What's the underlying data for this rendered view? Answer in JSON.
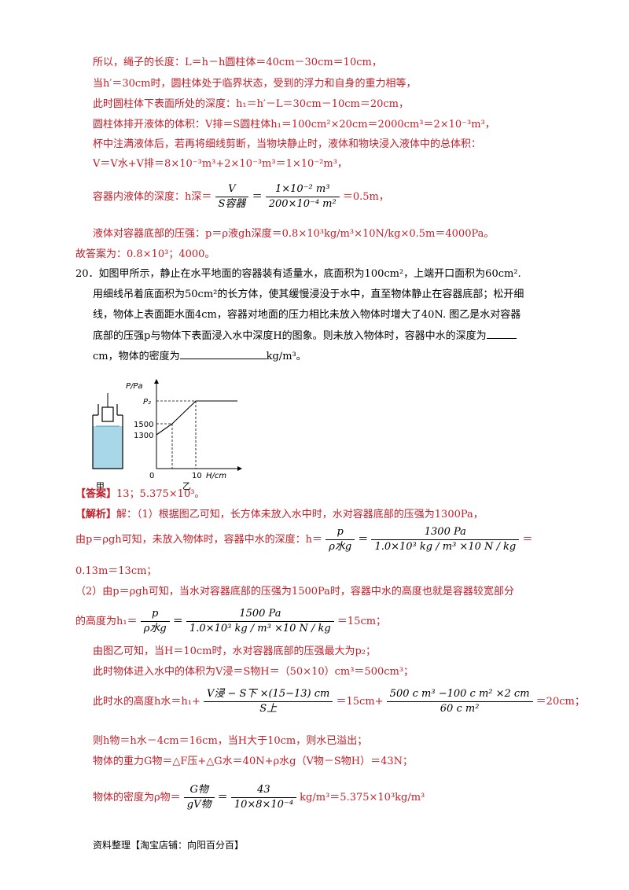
{
  "lines_top": [
    {
      "text": "所以，绳子的长度：L＝h－h圆柱体＝40cm－30cm＝10cm，",
      "color": "red"
    },
    {
      "text": "当h′＝30cm时，圆柱体处于临界状态，受到的浮力和自身的重力相等，",
      "color": "red"
    },
    {
      "text": "此时圆柱体下表面所处的深度：h₁＝h′－L＝30cm－10cm＝20cm，",
      "color": "red"
    },
    {
      "text": "圆柱体排开液体的体积：V排＝S圆柱体h₁＝100cm²×20cm＝2000cm³＝2×10⁻³m³，",
      "color": "red"
    },
    {
      "text": "杯中注满液体后，若再将细线剪断，当物块静止时，液体和物块浸入液体中的总体积：",
      "color": "red"
    },
    {
      "text": "V＝V水+V排＝8×10⁻³m³+2×10⁻³m³＝1×10⁻²m³，",
      "color": "red"
    }
  ],
  "depth_formula": {
    "prefix": "容器内液体的深度：h深＝",
    "frac1_num": "V",
    "frac1_den": "S容器",
    "eq": "＝",
    "frac2_num": "1×10⁻² m³",
    "frac2_den": "200×10⁻⁴ m²",
    "suffix": "＝0.5m，"
  },
  "pressure_line": "液体对容器底部的压强：p＝ρ液gh深度＝0.8×10³kg/m³×10N/kg×0.5m＝4000Pa。",
  "answer_prev": "故答案为：0.8×10³；4000。",
  "q20": [
    "20．如图甲所示，静止在水平地面的容器装有适量水，底面积为100cm²，上端开口面积为60cm².",
    "用细线吊着底面积为50cm²的长方体，使其缓慢浸没于水中，直至物体静止在容器底部；松开细",
    "线，物体上表面距水面4cm，容器对地面的压力相比未放入物体时增大了40N. 图乙是水对容器",
    "底部的压强p与物体下表面浸入水中深度H的图象。则未放入物体时，容器中水的深度为",
    "cm，物体的密度为",
    "kg/m³。"
  ],
  "figure": {
    "y_axis_label": "P/Pa",
    "x_axis_label": "H/cm",
    "tick_p2": "P₂",
    "tick_1500": "1500",
    "tick_1300": "1300",
    "tick_0": "0",
    "tick_10": "10",
    "label_jia": "甲",
    "label_yi": "乙"
  },
  "answer_q20": {
    "tag": "【答案】",
    "text": "13；5.375×10³。"
  },
  "analysis": {
    "tag": "【解析】",
    "l1": "解：（1）根据图乙可知，长方体未放入水中时，水对容器底部的压强为1300Pa，",
    "l2_prefix": "由p＝ρgh可知，未放入物体时，容器中水的深度：h＝",
    "l2_f1_num": "p",
    "l2_f1_den": "ρ水g",
    "l2_eq": "＝",
    "l2_f2_num": "1300 Pa",
    "l2_f2_den": "1.0×10³ kg / m³ ×10 N / kg",
    "l2_suffix": "＝",
    "l3": "0.13m＝13cm；",
    "l4": "（2）由p＝ρgh可知，当水对容器底部的压强为1500Pa时，容器中水的高度也就是容器较宽部分",
    "l5_prefix": "的高度为h₁＝",
    "l5_f1_num": "p",
    "l5_f1_den": "ρ水g",
    "l5_eq": "＝",
    "l5_f2_num": "1500 Pa",
    "l5_f2_den": "1.0×10³ kg / m³ ×10 N / kg",
    "l5_suffix": "＝15cm；",
    "l6": "由图乙可知，当H＝10cm时，水对容器底部的压强最大为p₂；",
    "l7": "此时物体进入水中的体积为V浸＝S物H＝（50×10）cm³＝500cm³；",
    "l8_prefix": "此时水的高度h水＝h₁+",
    "l8_f1_num": "V浸 − S下 ×(15−13) cm",
    "l8_f1_den": "S上",
    "l8_mid": "＝15cm+",
    "l8_f2_num": "500 c m³ −100 c m² ×2 cm",
    "l8_f2_den": "60 c m²",
    "l8_suffix": "＝20cm；",
    "l9": "则h物＝h水－4cm＝16cm，当H大于10cm，则水已溢出；",
    "l10": "物体的重力G物＝△F压+△G水＝40N+ρ水g（V物－S物H）＝43N；",
    "l11_prefix": "物体的密度为ρ物＝",
    "l11_f1_num": "G物",
    "l11_f1_den": "gV物",
    "l11_eq": "＝",
    "l11_f2_num": "43",
    "l11_f2_den": "10×8×10⁻⁴",
    "l11_suffix": "kg/m³＝5.375×10³kg/m³"
  },
  "footer": "资料整理【淘宝店铺：向阳百分百】"
}
